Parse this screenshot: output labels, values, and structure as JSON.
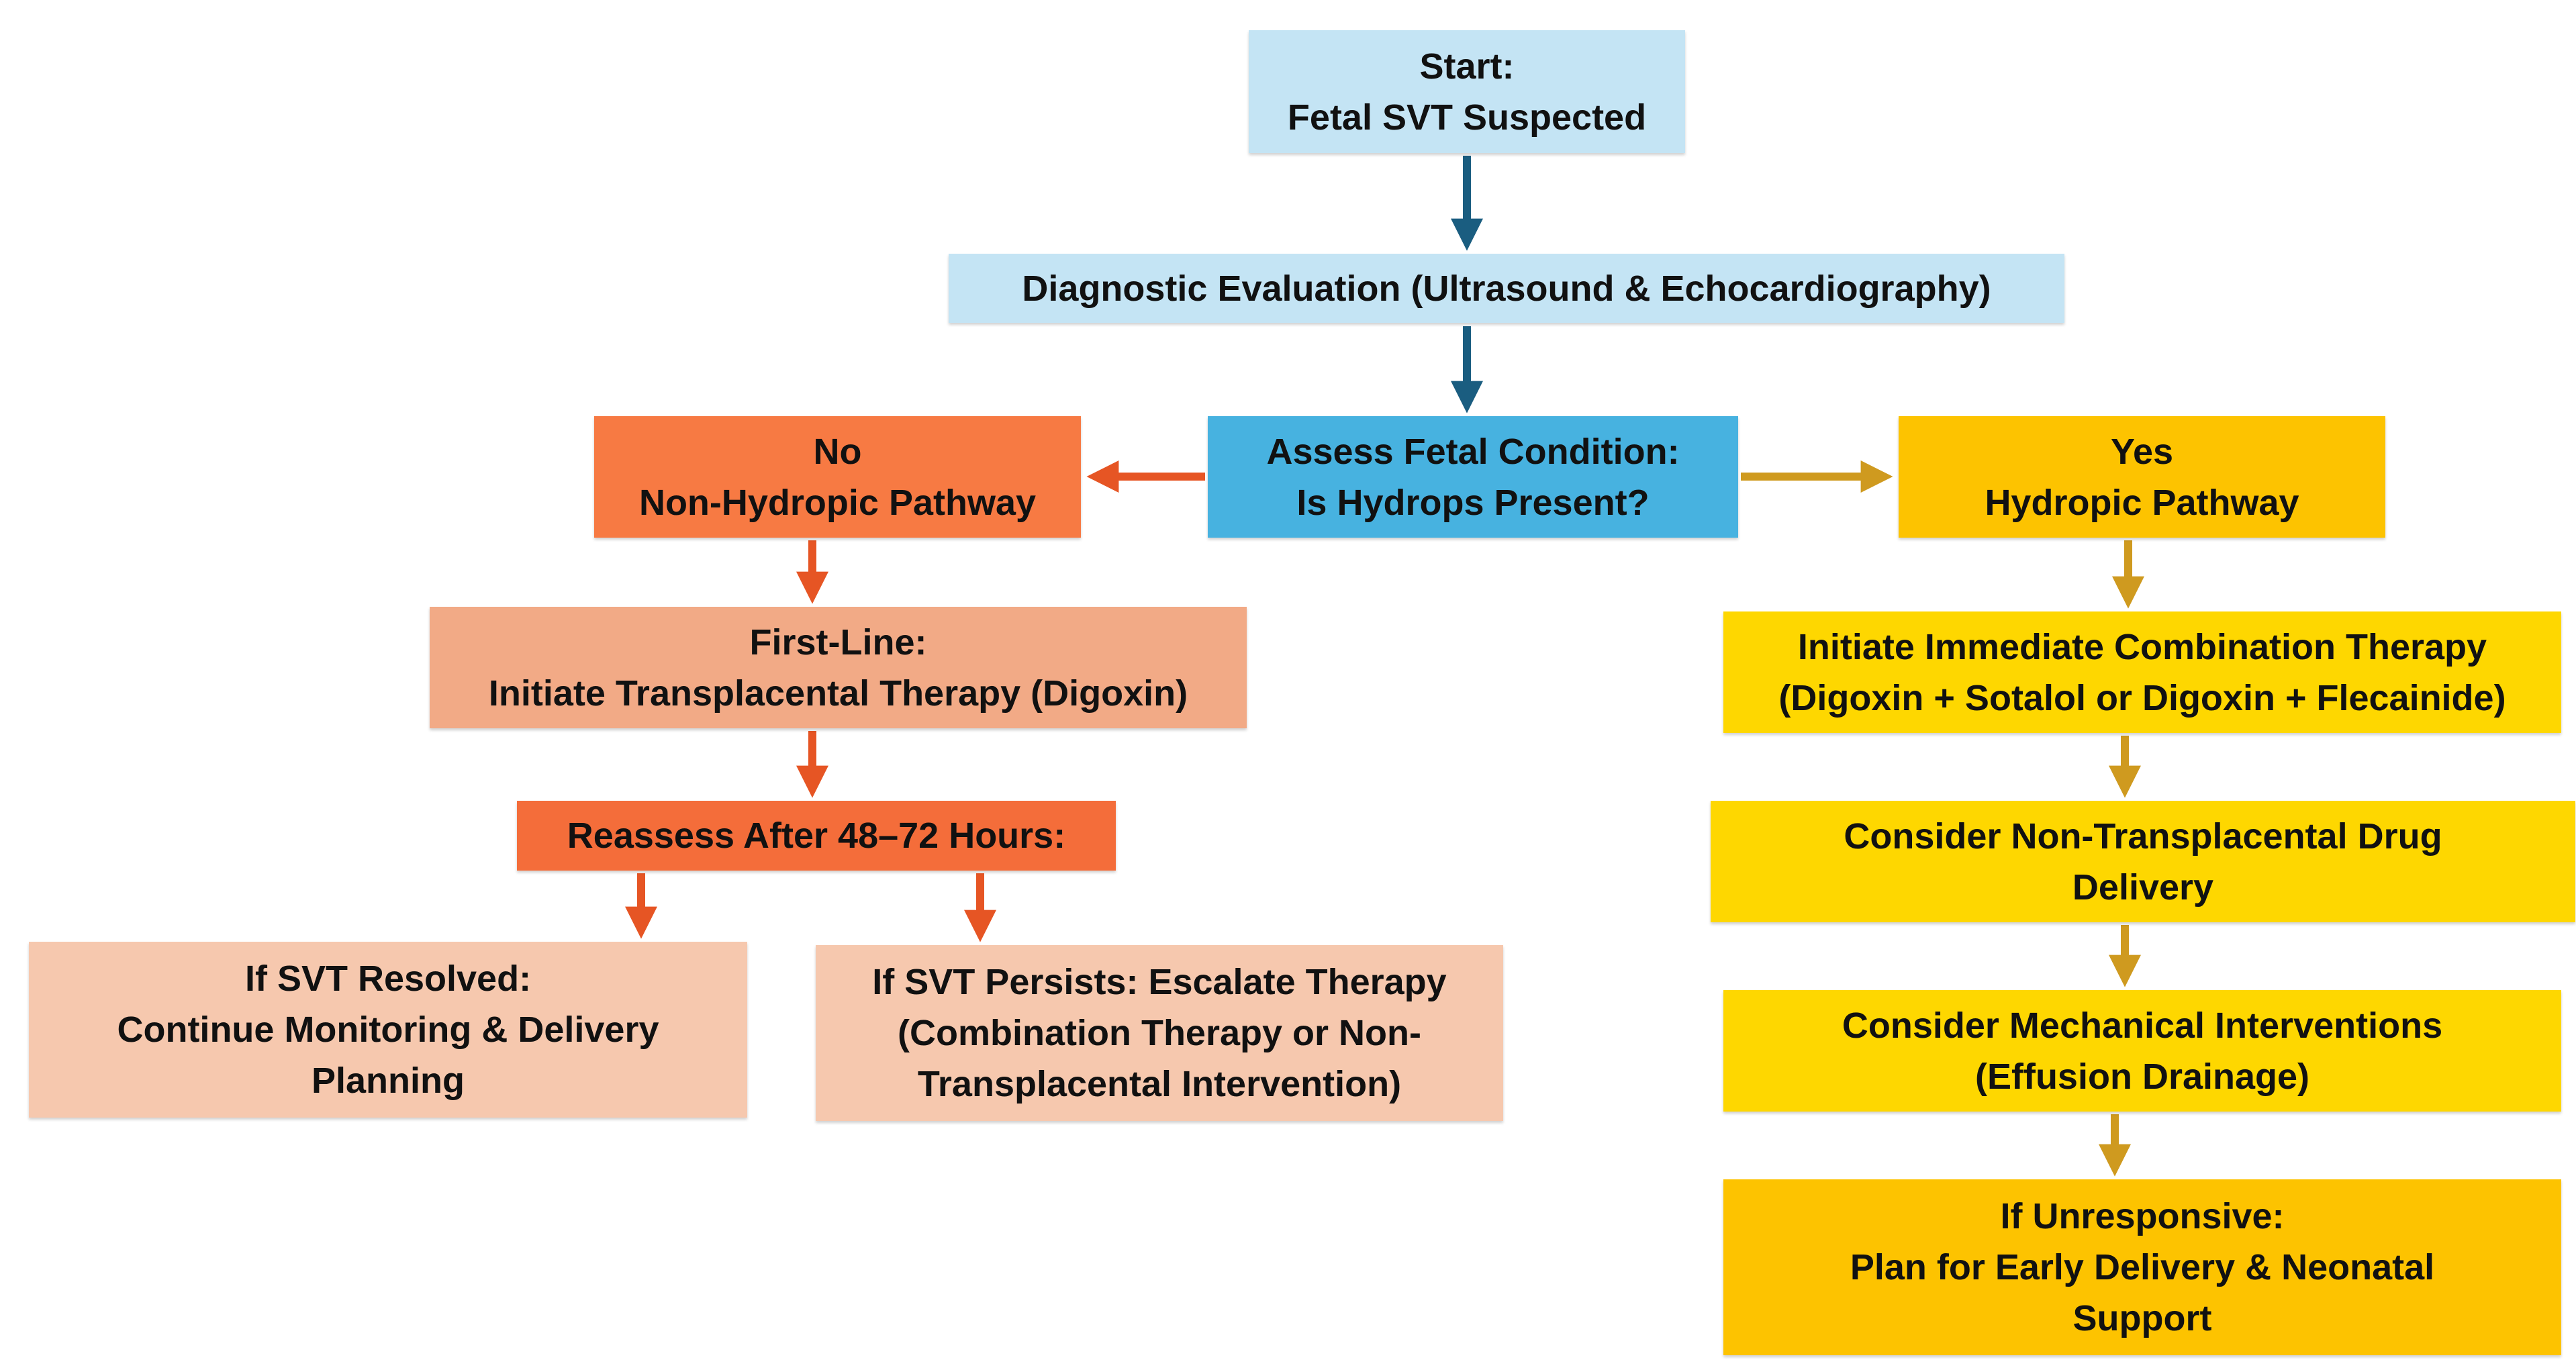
{
  "colors": {
    "blue_arrow": "#1a5d80",
    "orange_arrow": "#e65524",
    "gold_arrow": "#cf9a1f",
    "light_blue": "#c4e4f4",
    "medium_blue": "#47b2e0",
    "orange": "#f77a43",
    "dark_orange": "#f46d3a",
    "peach": "#f2aa86",
    "light_peach": "#f6c8ae",
    "amber": "#fdc300",
    "yellow": "#fed700"
  },
  "nodes": {
    "start": {
      "line1": "Start:",
      "line2": "Fetal SVT Suspected"
    },
    "diagnostic": {
      "line1": "Diagnostic Evaluation (Ultrasound & Echocardiography)"
    },
    "assess": {
      "line1": "Assess Fetal Condition:",
      "line2": "Is Hydrops Present?"
    },
    "no_branch": {
      "line1": "No",
      "line2": "Non-Hydropic Pathway"
    },
    "yes_branch": {
      "line1": "Yes",
      "line2": "Hydropic Pathway"
    },
    "first_line": {
      "line1": "First-Line:",
      "line2": "Initiate Transplacental Therapy (Digoxin)"
    },
    "reassess": {
      "line1": "Reassess After 48–72 Hours:"
    },
    "resolved": {
      "line1": "If SVT Resolved:",
      "line2": "Continue Monitoring & Delivery",
      "line3": "Planning"
    },
    "persists": {
      "line1": "If SVT Persists: Escalate Therapy",
      "line2": "(Combination Therapy or Non-",
      "line3": "Transplacental Intervention)"
    },
    "combination": {
      "line1": "Initiate Immediate Combination Therapy",
      "line2": "(Digoxin + Sotalol or Digoxin + Flecainide)"
    },
    "non_transplacental": {
      "line1": "Consider Non-Transplacental Drug",
      "line2": "Delivery"
    },
    "mechanical": {
      "line1": "Consider Mechanical Interventions",
      "line2": "(Effusion Drainage)"
    },
    "unresponsive": {
      "line1": "If Unresponsive:",
      "line2": "Plan for Early Delivery & Neonatal",
      "line3": "Support"
    }
  }
}
